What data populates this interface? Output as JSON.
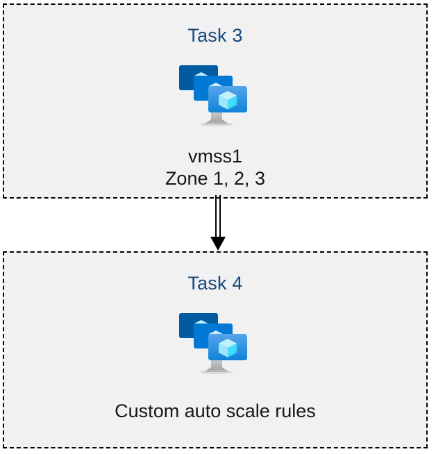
{
  "diagram": {
    "type": "flow",
    "background_color": "#ffffff",
    "box_fill_color": "#f1f1f1",
    "box_border_color": "#000000",
    "box_border_style": "dashed",
    "title_color": "#15497c",
    "caption_color": "#161616",
    "connector_color": "#000000"
  },
  "nodes": [
    {
      "id": "task3",
      "title": "Task 3",
      "icon": "azure-vm-scale-set-icon",
      "caption": "vmss1\nZone 1, 2, 3",
      "caption_lines": [
        "vmss1",
        "Zone 1, 2, 3"
      ]
    },
    {
      "id": "task4",
      "title": "Task 4",
      "icon": "azure-vm-scale-set-icon",
      "caption": "Custom auto scale rules",
      "caption_lines": [
        "Custom auto scale rules"
      ]
    }
  ],
  "connector": {
    "from": "task3",
    "to": "task4",
    "style": "double-line-arrow",
    "direction": "down",
    "label": ""
  },
  "icon_colors": {
    "monitor_back": "#005ba1",
    "monitor_middle": "#0078d4",
    "monitor_front_top": "#50a0e8",
    "monitor_front_bottom": "#0f83da",
    "cube_top": "#c3f1fb",
    "cube_left": "#9fe5f7",
    "cube_right": "#32d4f5",
    "stand": "#a8a8a8"
  }
}
